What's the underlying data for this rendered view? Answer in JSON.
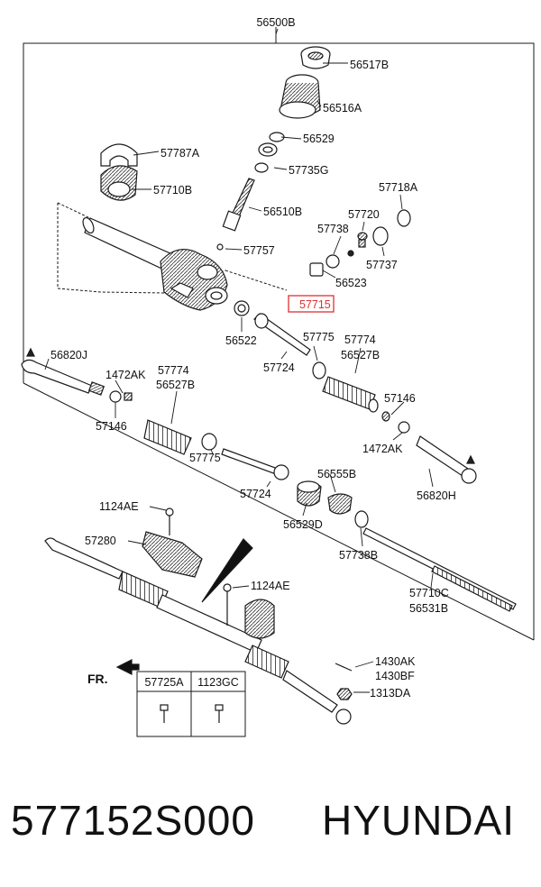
{
  "diagram": {
    "assembly": "56500B",
    "highlighted": "57715",
    "direction": "FR.",
    "labels": {
      "l56517B": "56517B",
      "l56516A": "56516A",
      "l56529": "56529",
      "l57735G": "57735G",
      "l57787A": "57787A",
      "l57710B": "57710B",
      "l56510B": "56510B",
      "l57718A": "57718A",
      "l57720": "57720",
      "l57738": "57738",
      "l57757": "57757",
      "l57737": "57737",
      "l56523": "56523",
      "l56522": "56522",
      "l57775a": "57775",
      "l57774a": "57774",
      "l56527Ba": "56527B",
      "l57724a": "57724",
      "l56820J": "56820J",
      "l1472AKa": "1472AK",
      "l57774b": "57774",
      "l56527Bb": "56527B",
      "l57146a": "57146",
      "l57146b": "57146",
      "l1472AKb": "1472AK",
      "l57775b": "57775",
      "l57724b": "57724",
      "l56555B": "56555B",
      "l56820H": "56820H",
      "l56529D": "56529D",
      "l57738B": "57738B",
      "l1124AEa": "1124AE",
      "l57280": "57280",
      "l1124AEb": "1124AE",
      "l57710C": "57710C",
      "l56531B": "56531B",
      "l1430AK": "1430AK",
      "l1430BF": "1430BF",
      "l1313DA": "1313DA"
    },
    "table": {
      "headers": [
        "57725A",
        "1123GC"
      ]
    }
  },
  "footer": {
    "part_number": "577152S000",
    "brand": "HYUNDAI"
  },
  "colors": {
    "line": "#1a1a1a",
    "highlight": "#e03030",
    "fill": "#ffffff",
    "shade": "#d8d8d8"
  }
}
